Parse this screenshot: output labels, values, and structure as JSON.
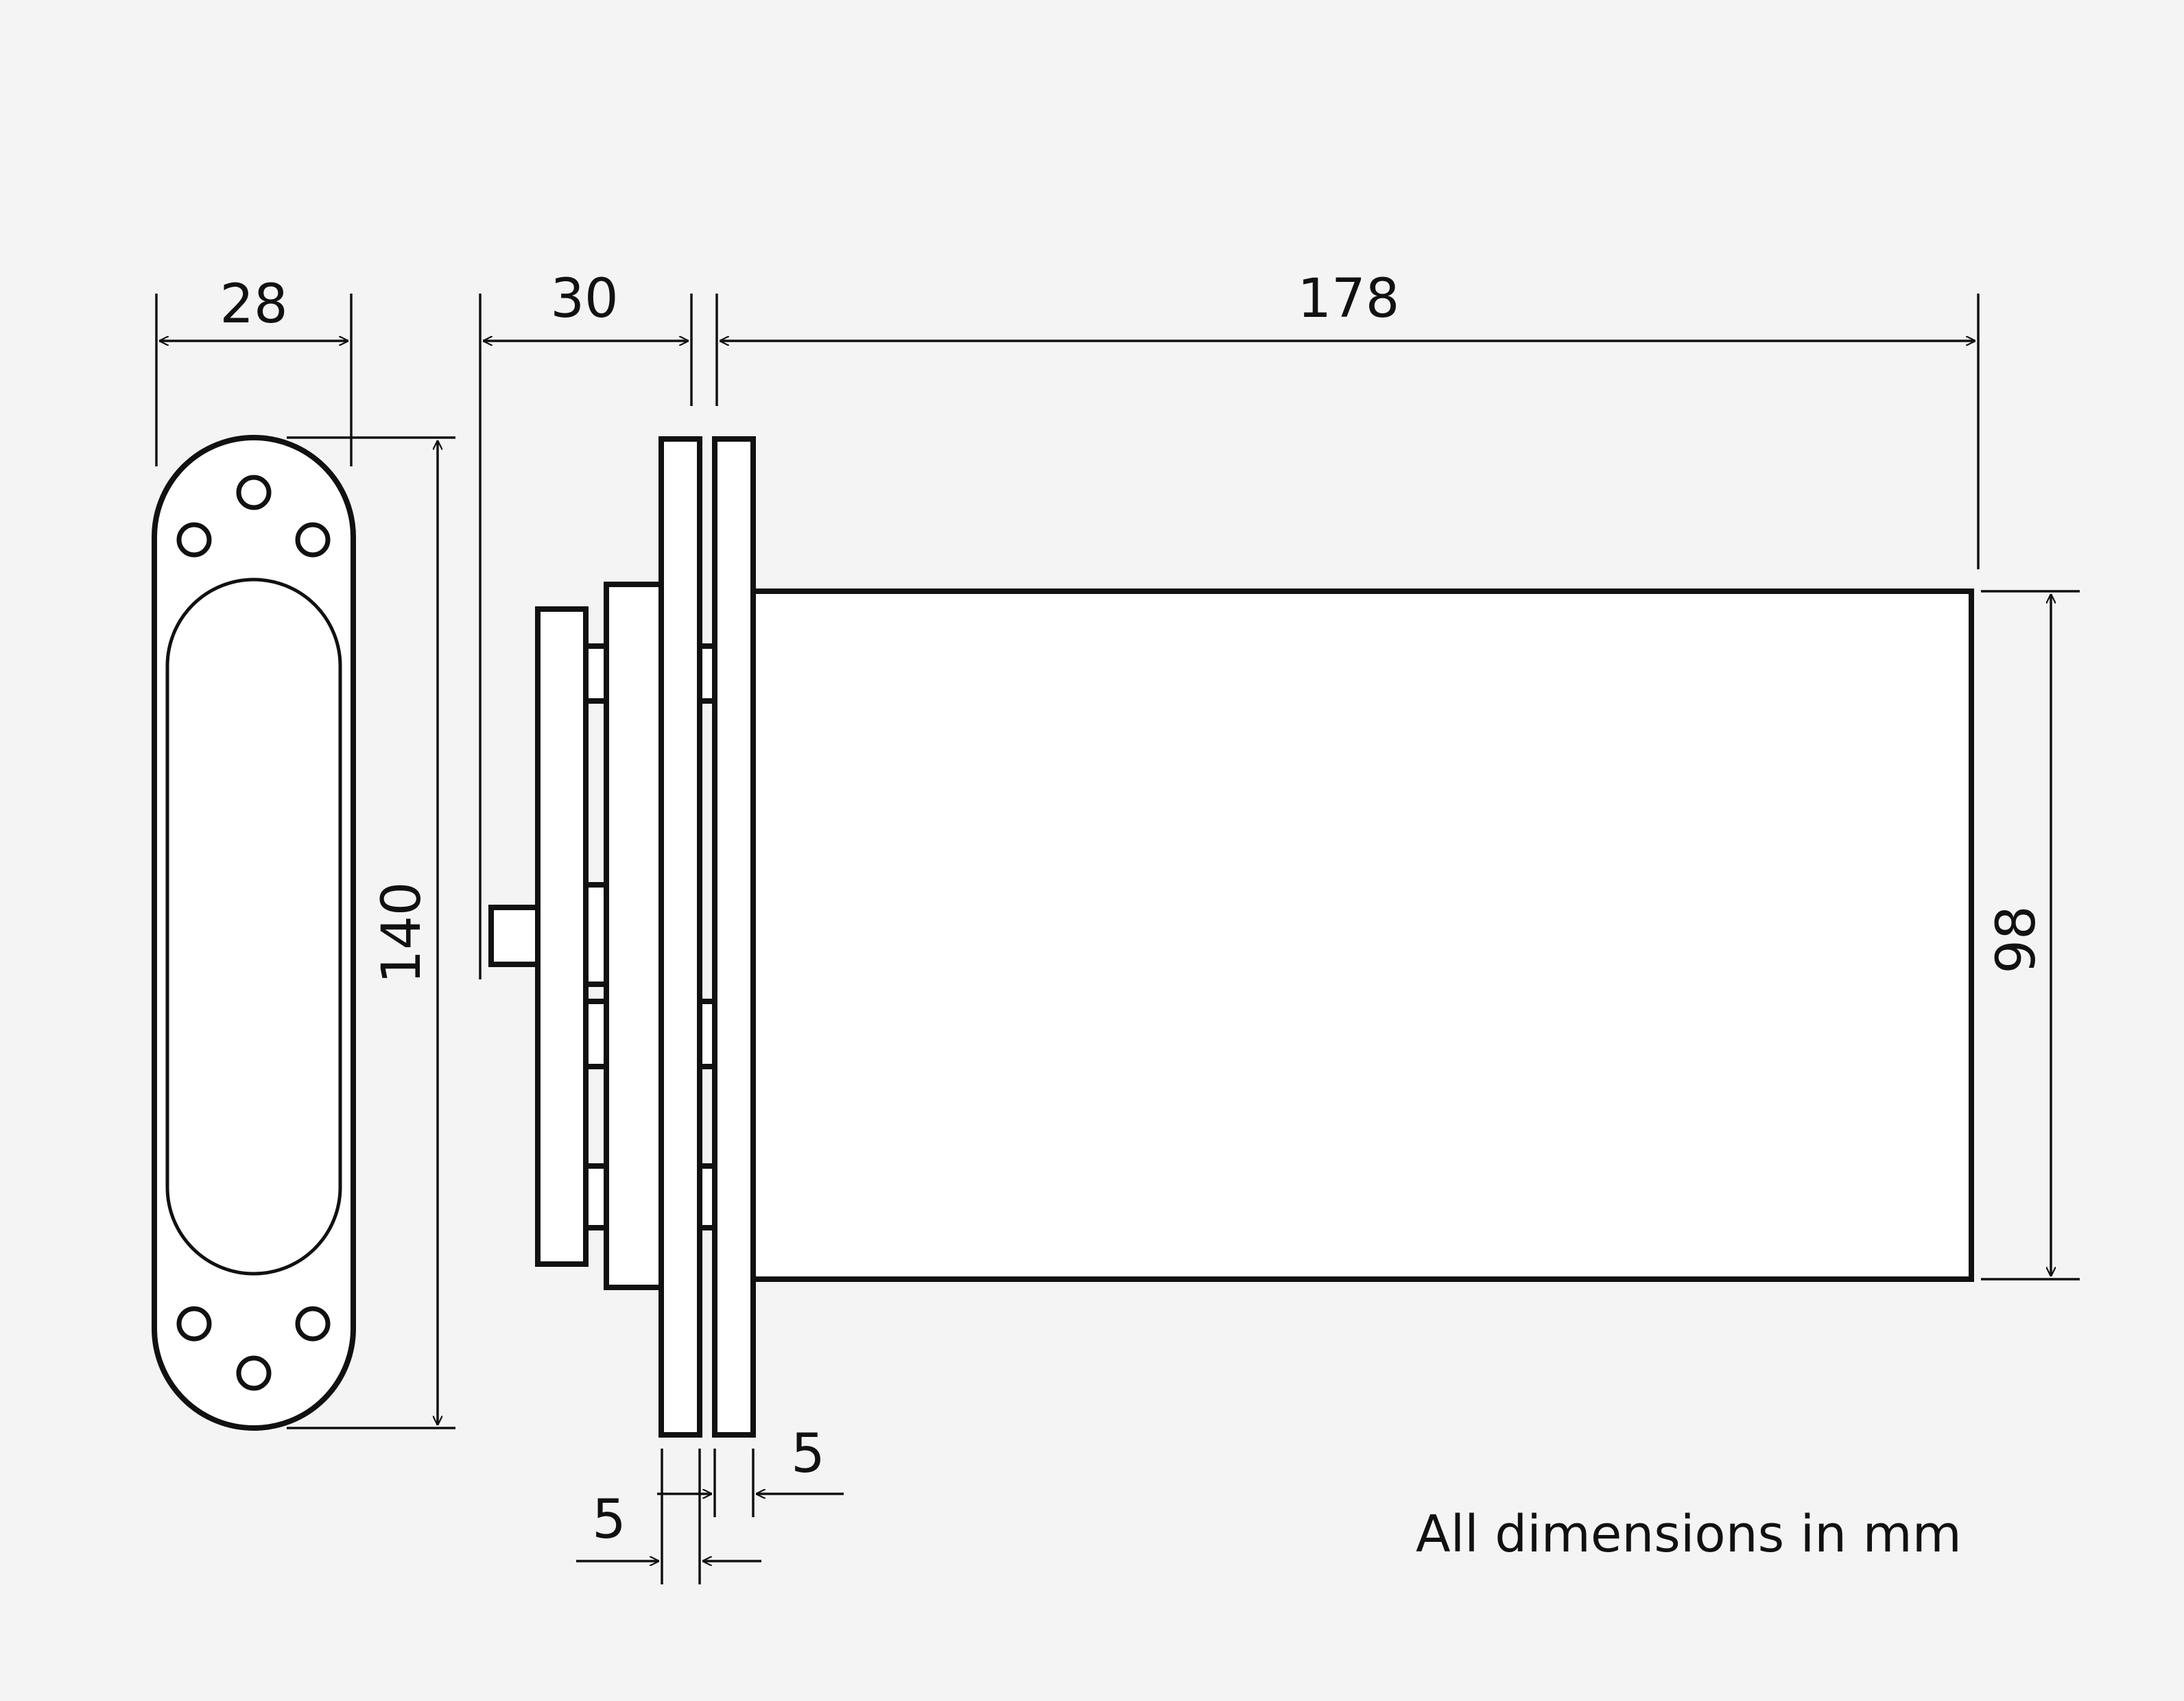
{
  "dimensions": {
    "plate_width": "28",
    "plate_height": "140",
    "mount_depth": "30",
    "body_length": "178",
    "body_height": "98",
    "leaf_thickness_left": "5",
    "leaf_thickness_right": "5"
  },
  "note": "All dimensions in mm"
}
